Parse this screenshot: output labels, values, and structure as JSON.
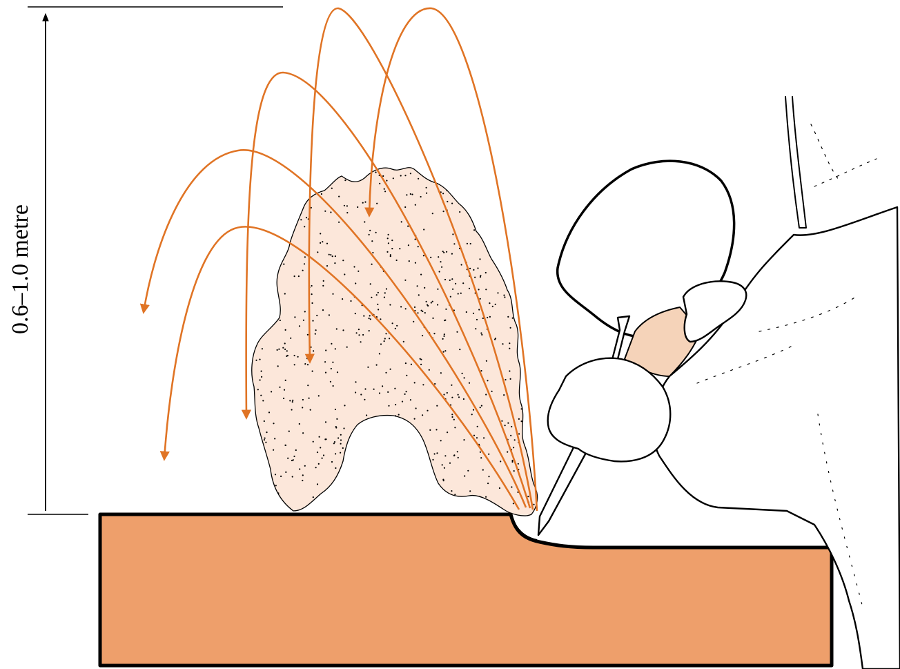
{
  "dimension": {
    "label": "0.6–1.0 metre"
  },
  "colors": {
    "stone": "#EE9F6B",
    "dust_cloud": "#FCE7DA",
    "chip_trajectory": "#E07425",
    "skin": "#F5D3B9",
    "outline": "#000000"
  },
  "icons": {
    "worker": "stone-worker-with-mallet-and-chisel",
    "stone": "stone-block",
    "dust": "dust-cloud",
    "chips": "flying-chip-arrows"
  }
}
